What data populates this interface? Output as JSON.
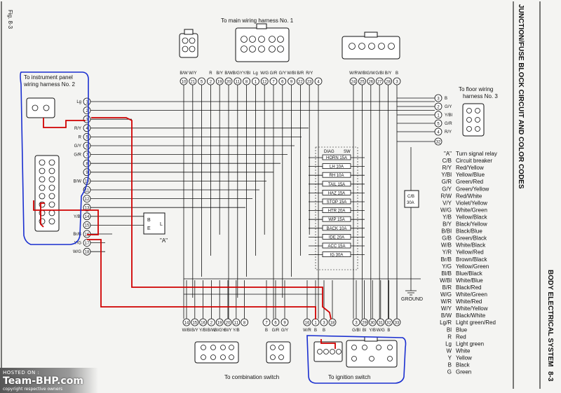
{
  "figure_label": "Fig. 8-3",
  "side_title": "JUNCTION/FUSE BLOCK CIRCUIT AND COLOR CODES",
  "section_label": "BODY ELECTRICAL SYSTEM",
  "page_number": "8-3",
  "connector_labels": {
    "main_harness": "To main wiring harness No. 1",
    "instrument_panel": "To instrument panel wiring harness No. 2",
    "floor_harness": "To floor wiring harness No. 3",
    "combination_switch": "To combination switch",
    "ignition_switch": "To ignition switch",
    "ground": "GROUND",
    "relay_label": "\"A\"",
    "breaker_label": "C/B 30A"
  },
  "top_wire_colors": [
    "B/W",
    "W/Y",
    "",
    "R",
    "B/Y",
    "B/W",
    "B/GY",
    "Y/Bl",
    "Lg",
    "W/G",
    "G/R",
    "G/Y",
    "W/Bl",
    "B/R",
    "R/Y",
    "",
    "W/R",
    "W/Bl",
    "G/W",
    "G/Bl",
    "B/Y",
    "B"
  ],
  "top_pins": [
    "10",
    "21",
    "5",
    "2",
    "19",
    "20",
    "11",
    "8",
    "1",
    "12",
    "7",
    "6",
    "9",
    "22",
    "23",
    "4",
    "24",
    "25",
    "26",
    "27",
    "28",
    "3"
  ],
  "left_pins": [
    "1",
    "2",
    "3",
    "4",
    "5",
    "6",
    "7",
    "8",
    "9",
    "10",
    "11",
    "12",
    "13",
    "14",
    "15",
    "16",
    "17",
    "18"
  ],
  "left_wire_colors": [
    "Lg",
    "",
    "",
    "R/Y",
    "R",
    "G/Y",
    "G/R",
    "",
    "",
    "B/W",
    "",
    "",
    "",
    "Y/Bl",
    "",
    "Br/B",
    "Y/G",
    "W/G"
  ],
  "right_pins": [
    "3",
    "2",
    "1",
    "5",
    "4",
    "32"
  ],
  "right_wire_colors": [
    "B",
    "G/Y",
    "Y/Bl",
    "G/R",
    "R/Y",
    ""
  ],
  "bottom_pins": [
    "14",
    "15",
    "16",
    "2",
    "19",
    "20",
    "11",
    "8",
    "7",
    "6",
    "9",
    "16",
    "1",
    "3",
    "18",
    "3",
    "29",
    "30",
    "31",
    "32",
    "33"
  ],
  "bottom_wire_colors": [
    "W/Bl",
    "B/Y",
    "Y/Bl",
    "B/W",
    "Bl/GY",
    "Bl/Y",
    "Y/B",
    "",
    "B",
    "G/R",
    "G/Y",
    "W/R",
    "B",
    "B",
    "",
    "G/Bl",
    "Bl",
    "Y/B",
    "W/G",
    "B"
  ],
  "fuses": [
    "DIAG",
    "SW",
    "HORN 15A",
    "LH 10A",
    "RH 10A",
    "TAIL 15A",
    "HAZ 15A",
    "STOP 15A",
    "HTR 20A",
    "WIP 15A",
    "BACK 10A",
    "IDE 20A",
    "ACC 15A",
    "IG 30A"
  ],
  "legend_header": {
    "code": "\"A\"",
    "desc": "Turn signal relay"
  },
  "legend": [
    {
      "code": "\"A\"",
      "desc": "Turn signal relay"
    },
    {
      "code": "C/B",
      "desc": "Circuit breaker"
    },
    {
      "code": "R/Y",
      "desc": "Red/Yellow"
    },
    {
      "code": "Y/Bl",
      "desc": "Yellow/Blue"
    },
    {
      "code": "G/R",
      "desc": "Green/Red"
    },
    {
      "code": "G/Y",
      "desc": "Green/Yellow"
    },
    {
      "code": "R/W",
      "desc": "Red/White"
    },
    {
      "code": "V/Y",
      "desc": "Violet/Yellow"
    },
    {
      "code": "W/G",
      "desc": "White/Green"
    },
    {
      "code": "Y/B",
      "desc": "Yellow/Black"
    },
    {
      "code": "B/Y",
      "desc": "Black/Yellow"
    },
    {
      "code": "B/Bl",
      "desc": "Black/Blue"
    },
    {
      "code": "G/B",
      "desc": "Green/Black"
    },
    {
      "code": "W/B",
      "desc": "White/Black"
    },
    {
      "code": "Y/R",
      "desc": "Yellow/Red"
    },
    {
      "code": "Br/B",
      "desc": "Brown/Black"
    },
    {
      "code": "Y/G",
      "desc": "Yellow/Green"
    },
    {
      "code": "Bl/B",
      "desc": "Blue/Black"
    },
    {
      "code": "W/Bl",
      "desc": "White/Blue"
    },
    {
      "code": "B/R",
      "desc": "Black/Red"
    },
    {
      "code": "W/G",
      "desc": "White/Green"
    },
    {
      "code": "W/R",
      "desc": "White/Red"
    },
    {
      "code": "W/Y",
      "desc": "White/Yellow"
    },
    {
      "code": "B/W",
      "desc": "Black/White"
    },
    {
      "code": "Lg/R",
      "desc": "Light green/Red"
    },
    {
      "code": "Bl",
      "desc": "Blue"
    },
    {
      "code": "R",
      "desc": "Red"
    },
    {
      "code": "Lg",
      "desc": "Light green"
    },
    {
      "code": "W",
      "desc": "White"
    },
    {
      "code": "Y",
      "desc": "Yellow"
    },
    {
      "code": "B",
      "desc": "Black"
    },
    {
      "code": "G",
      "desc": "Green"
    }
  ],
  "watermark": {
    "hosted": "HOSTED ON :",
    "brand": "Team-BHP.com",
    "copyright": "copyright respective owners"
  },
  "colors": {
    "highlight_red": "#d00000",
    "highlight_blue": "#1a2fd0",
    "ink": "#111111",
    "paper": "#f4f4f2"
  }
}
